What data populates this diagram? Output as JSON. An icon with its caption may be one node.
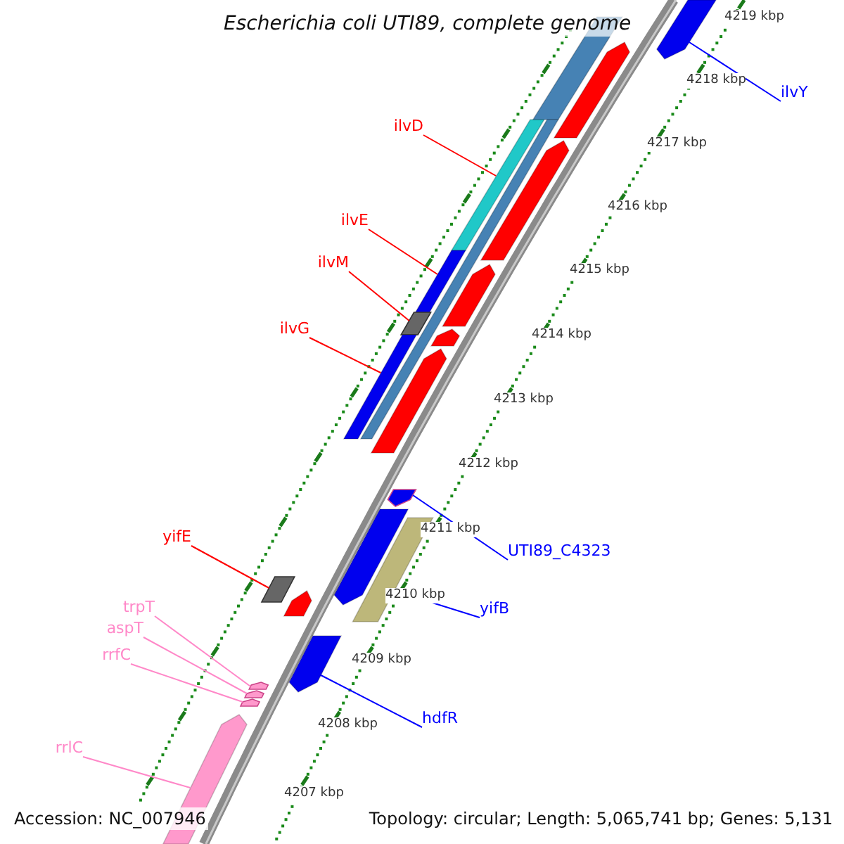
{
  "diagram": {
    "title": "Escherichia coli UTI89, complete genome",
    "nodes": [
      {
        "text": [
          "ilvD"
        ]
      },
      {
        "text": [
          "ilvE"
        ]
      },
      {
        "text": [
          "ilvM"
        ]
      },
      {
        "text": [
          "ilvG"
        ]
      },
      {
        "text": [
          "yifE"
        ]
      },
      {
        "text": [
          "trpT"
        ]
      },
      {
        "text": [
          "aspT"
        ]
      },
      {
        "text": [
          "rrfC"
        ]
      },
      {
        "text": [
          "rrlC"
        ]
      },
      {
        "text": [
          "ilvY"
        ]
      },
      {
        "text": [
          "UTI89_C4323"
        ]
      },
      {
        "text": [
          "yifB"
        ]
      },
      {
        "text": [
          "hdfR"
        ]
      },
      {
        "text": [],
        "shape": "bar"
      },
      {
        "text": [],
        "shape": "bar"
      },
      {
        "text": [],
        "shape": "box"
      },
      {
        "text": [],
        "shape": "bar"
      },
      {
        "text": [],
        "shape": "box"
      },
      {
        "text": [],
        "shape": "triangle"
      },
      {
        "text": [],
        "shape": "triangle"
      },
      {
        "text": [],
        "shape": "triangle"
      },
      {
        "text": [],
        "shape": "bar"
      },
      {
        "text": [],
        "shape": "bar"
      },
      {
        "text": [],
        "shape": "triangle"
      },
      {
        "text": [],
        "shape": "bar"
      },
      {
        "text": [],
        "shape": "bar"
      },
      {
        "text": [],
        "shape": "bar"
      },
      {
        "text": [],
        "shape": "bar"
      },
      {
        "text": [],
        "shape": "bar"
      },
      {
        "text": [],
        "shape": "bar"
      },
      {
        "text": [],
        "shape": "bar"
      },
      {
        "text": [],
        "shape": "bar"
      },
      {
        "text": [],
        "shape": "bar"
      },
      {
        "text": [],
        "shape": "bar"
      },
      {
        "text": [],
        "shape": "bar"
      }
    ],
    "edges": [
      {
        "from": 0,
        "to": 13,
        "arrow": "none",
        "color": "#ff0000"
      },
      {
        "from": 1,
        "to": 14,
        "arrow": "none",
        "color": "#ff0000"
      },
      {
        "from": 2,
        "to": 15,
        "arrow": "none",
        "color": "#ff0000"
      },
      {
        "from": 3,
        "to": 16,
        "arrow": "none",
        "color": "#ff0000"
      },
      {
        "from": 4,
        "to": 17,
        "arrow": "none",
        "color": "#ff0000"
      },
      {
        "from": 5,
        "to": 18,
        "arrow": "none",
        "color": "#ff88c8"
      },
      {
        "from": 6,
        "to": 19,
        "arrow": "none",
        "color": "#ff88c8"
      },
      {
        "from": 7,
        "to": 20,
        "arrow": "none",
        "color": "#ff88c8"
      },
      {
        "from": 8,
        "to": 21,
        "arrow": "none",
        "color": "#ff88c8"
      },
      {
        "from": 9,
        "to": 22,
        "arrow": "none",
        "color": "#0000ff"
      },
      {
        "from": 10,
        "to": 23,
        "arrow": "none",
        "color": "#0000ff"
      },
      {
        "from": 11,
        "to": 24,
        "arrow": "none",
        "color": "#0000ff"
      },
      {
        "from": 12,
        "to": 25,
        "arrow": "none",
        "color": "#0000ff"
      }
    ],
    "labels": [
      "4219 kbp",
      "4218 kbp",
      "4217 kbp",
      "4216 kbp",
      "4215 kbp",
      "4214 kbp",
      "4213 kbp",
      "4212 kbp",
      "4211 kbp",
      "4210 kbp",
      "4209 kbp",
      "4208 kbp",
      "4207 kbp",
      "Accession: NC_007946",
      "Topology: circular; Length: 5,065,741 bp; Genes: 5,131"
    ]
  }
}
